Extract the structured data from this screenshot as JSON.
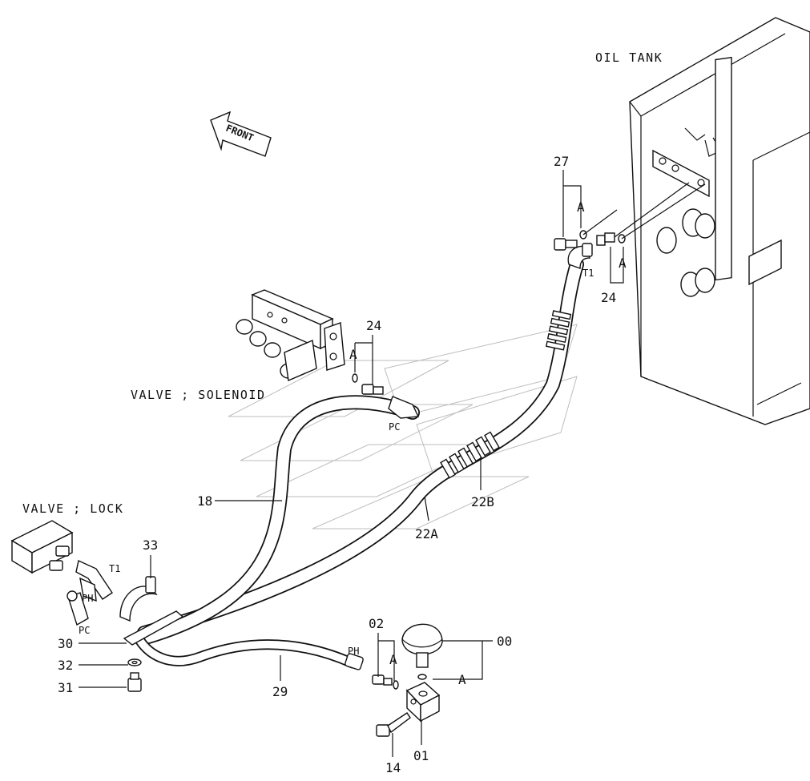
{
  "diagram": {
    "labels": {
      "oil_tank": "OIL TANK",
      "front": "FRONT",
      "valve_solenoid": "VALVE ; SOLENOID",
      "valve_lock": "VALVE ; LOCK"
    },
    "port_labels": {
      "t1_tank": "T1",
      "pc_solenoid": "PC",
      "t1_lock": "T1",
      "ph_lock": "PH",
      "pc_lock": "PC",
      "ph_hose": "PH"
    },
    "callouts": {
      "p27": "27",
      "p24_tank": "24",
      "p24_solenoid": "24",
      "p18": "18",
      "p22a": "22A",
      "p22b": "22B",
      "p33": "33",
      "p30": "30",
      "p32": "32",
      "p31": "31",
      "p29": "29",
      "p02": "02",
      "p00": "00",
      "p14": "14",
      "p01": "01"
    },
    "letter_marks": {
      "a_27": "A",
      "a_24_tank": "A",
      "a_24_solenoid": "A",
      "a_02": "A",
      "a_00": "A"
    }
  }
}
